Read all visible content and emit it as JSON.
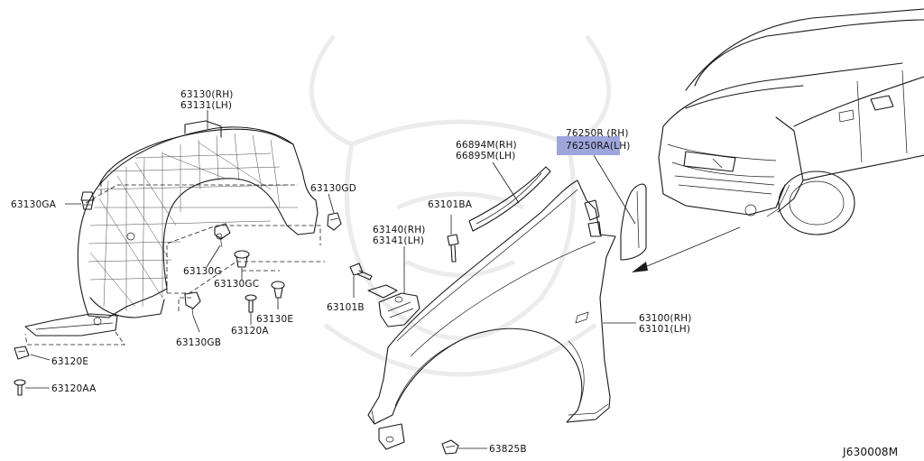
{
  "labels": {
    "p63130_rh": "63130(RH)",
    "p63131_lh": "63131(LH)",
    "p63130ga": "63130GA",
    "p63130g": "63130G",
    "p63130gc": "63130GC",
    "p63130gd": "63130GD",
    "p63130gb": "63130GB",
    "p63120a": "63120A",
    "p63130e": "63130E",
    "p63120e": "63120E",
    "p63120aa": "63120AA",
    "p66894m_rh": "66894M(RH)",
    "p66895m_lh": "66895M(LH)",
    "p63101ba": "63101BA",
    "p63140_rh": "63140(RH)",
    "p63141_lh": "63141(LH)",
    "p63101b": "63101B",
    "p76250r_rh": "76250R (RH)",
    "p76250ra_lh": "76250RA(LH)",
    "p63100_rh": "63100(RH)",
    "p63101_lh": "63101(LH)",
    "p63825b": "63825B",
    "diagram_code": "J630008M"
  },
  "highlight_color": "#9fa6dc"
}
